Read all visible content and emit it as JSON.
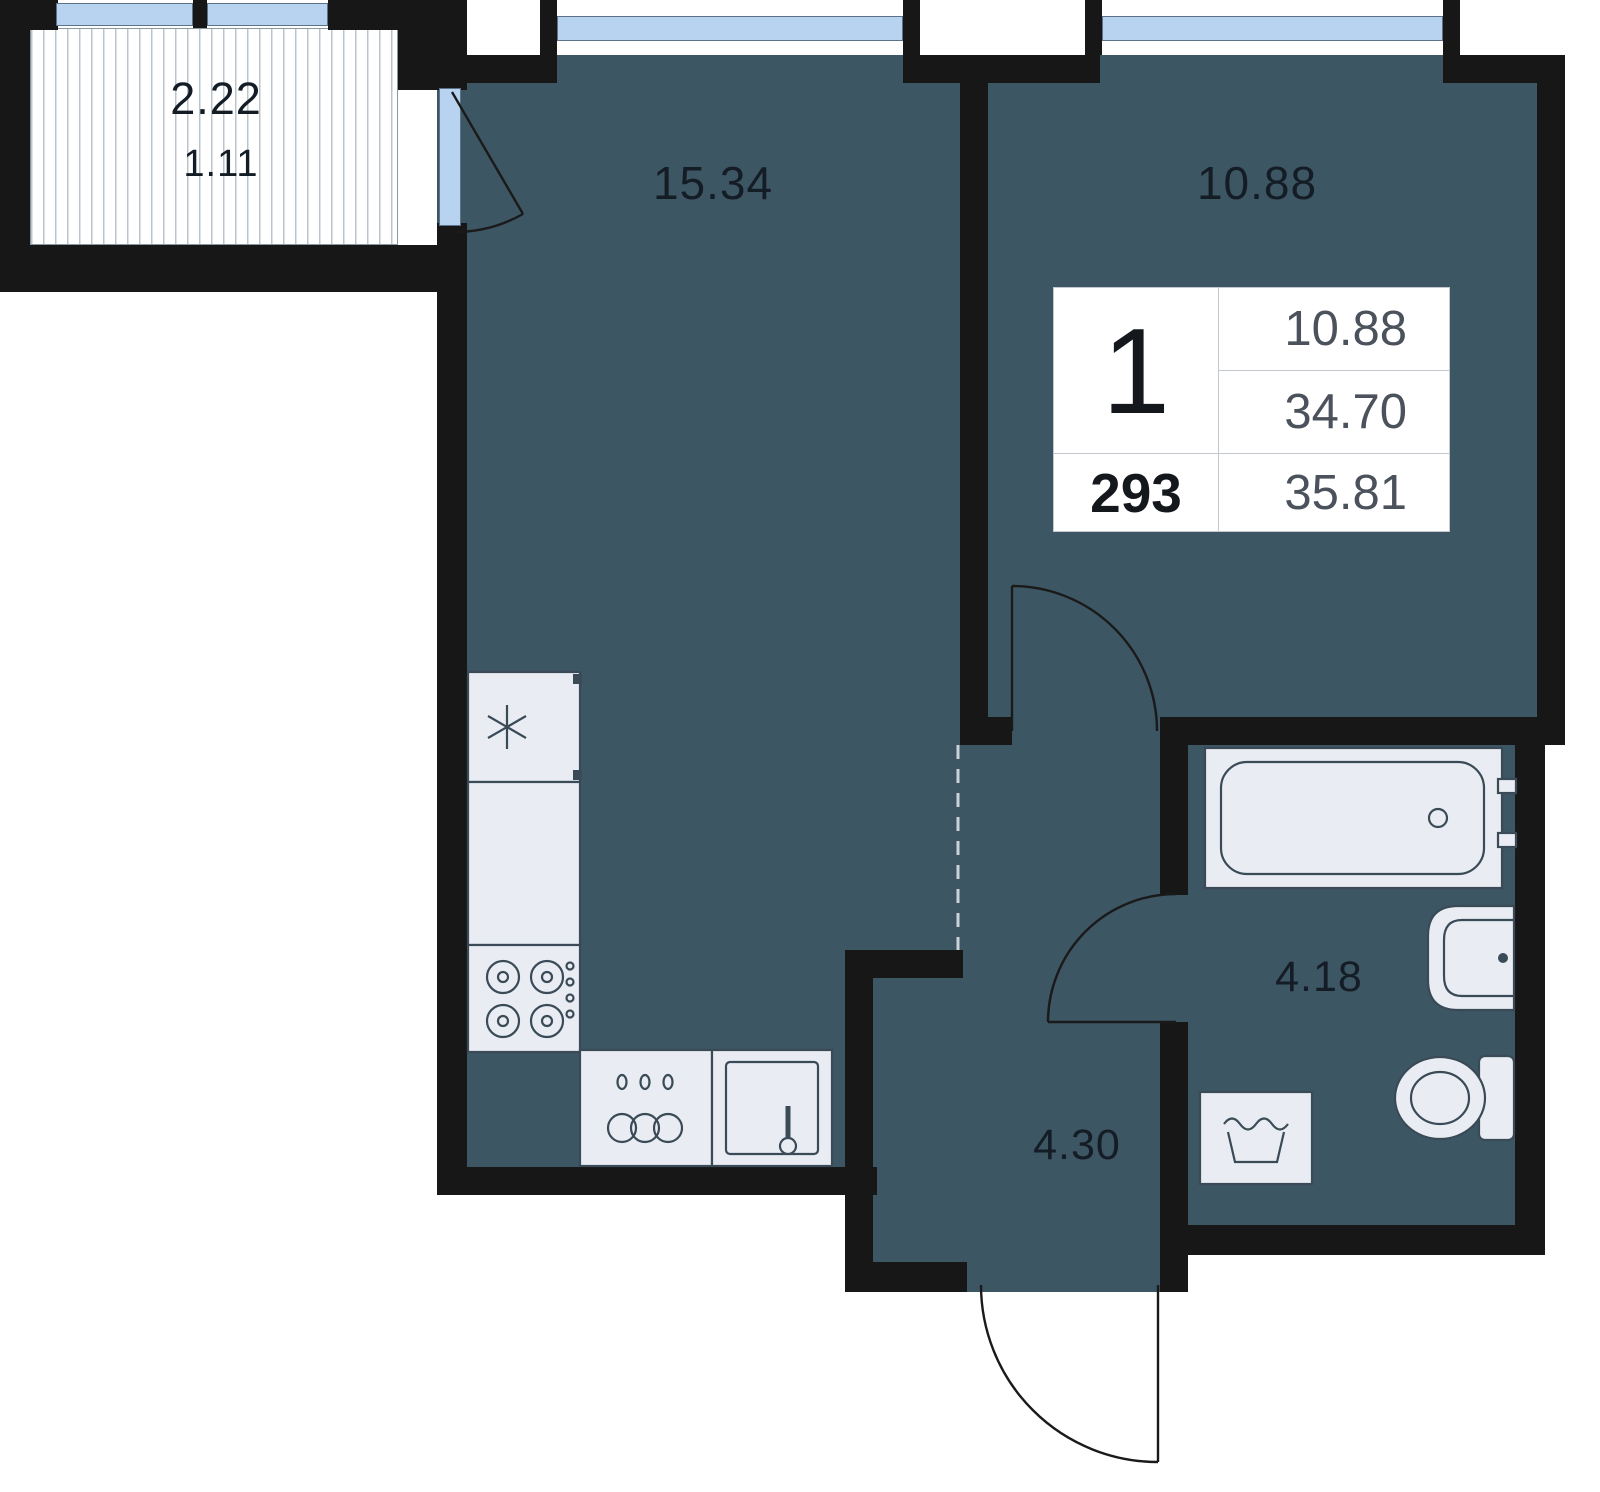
{
  "info_card": {
    "rooms": "1",
    "area_row_1": "10.88",
    "area_row_2": "34.70",
    "unit_number": "293",
    "area_row_3": "35.81"
  },
  "room_labels": {
    "balcony_area": "2.22",
    "balcony_area_coeff": "1.11",
    "living_kitchen_area": "15.34",
    "bedroom_area": "10.88",
    "bathroom_area": "4.18",
    "hallway_area": "4.30"
  },
  "icons": {
    "fridge": "snowflake-icon",
    "washing_machine": "laundry-wave-icon"
  },
  "colors": {
    "floor": "#3d5663",
    "wall": "#171717",
    "window_glass": "#b7d3f0",
    "fixture_fill": "#e9edf3",
    "fixture_stroke": "#3a4a56",
    "label_text": "#141c26"
  }
}
